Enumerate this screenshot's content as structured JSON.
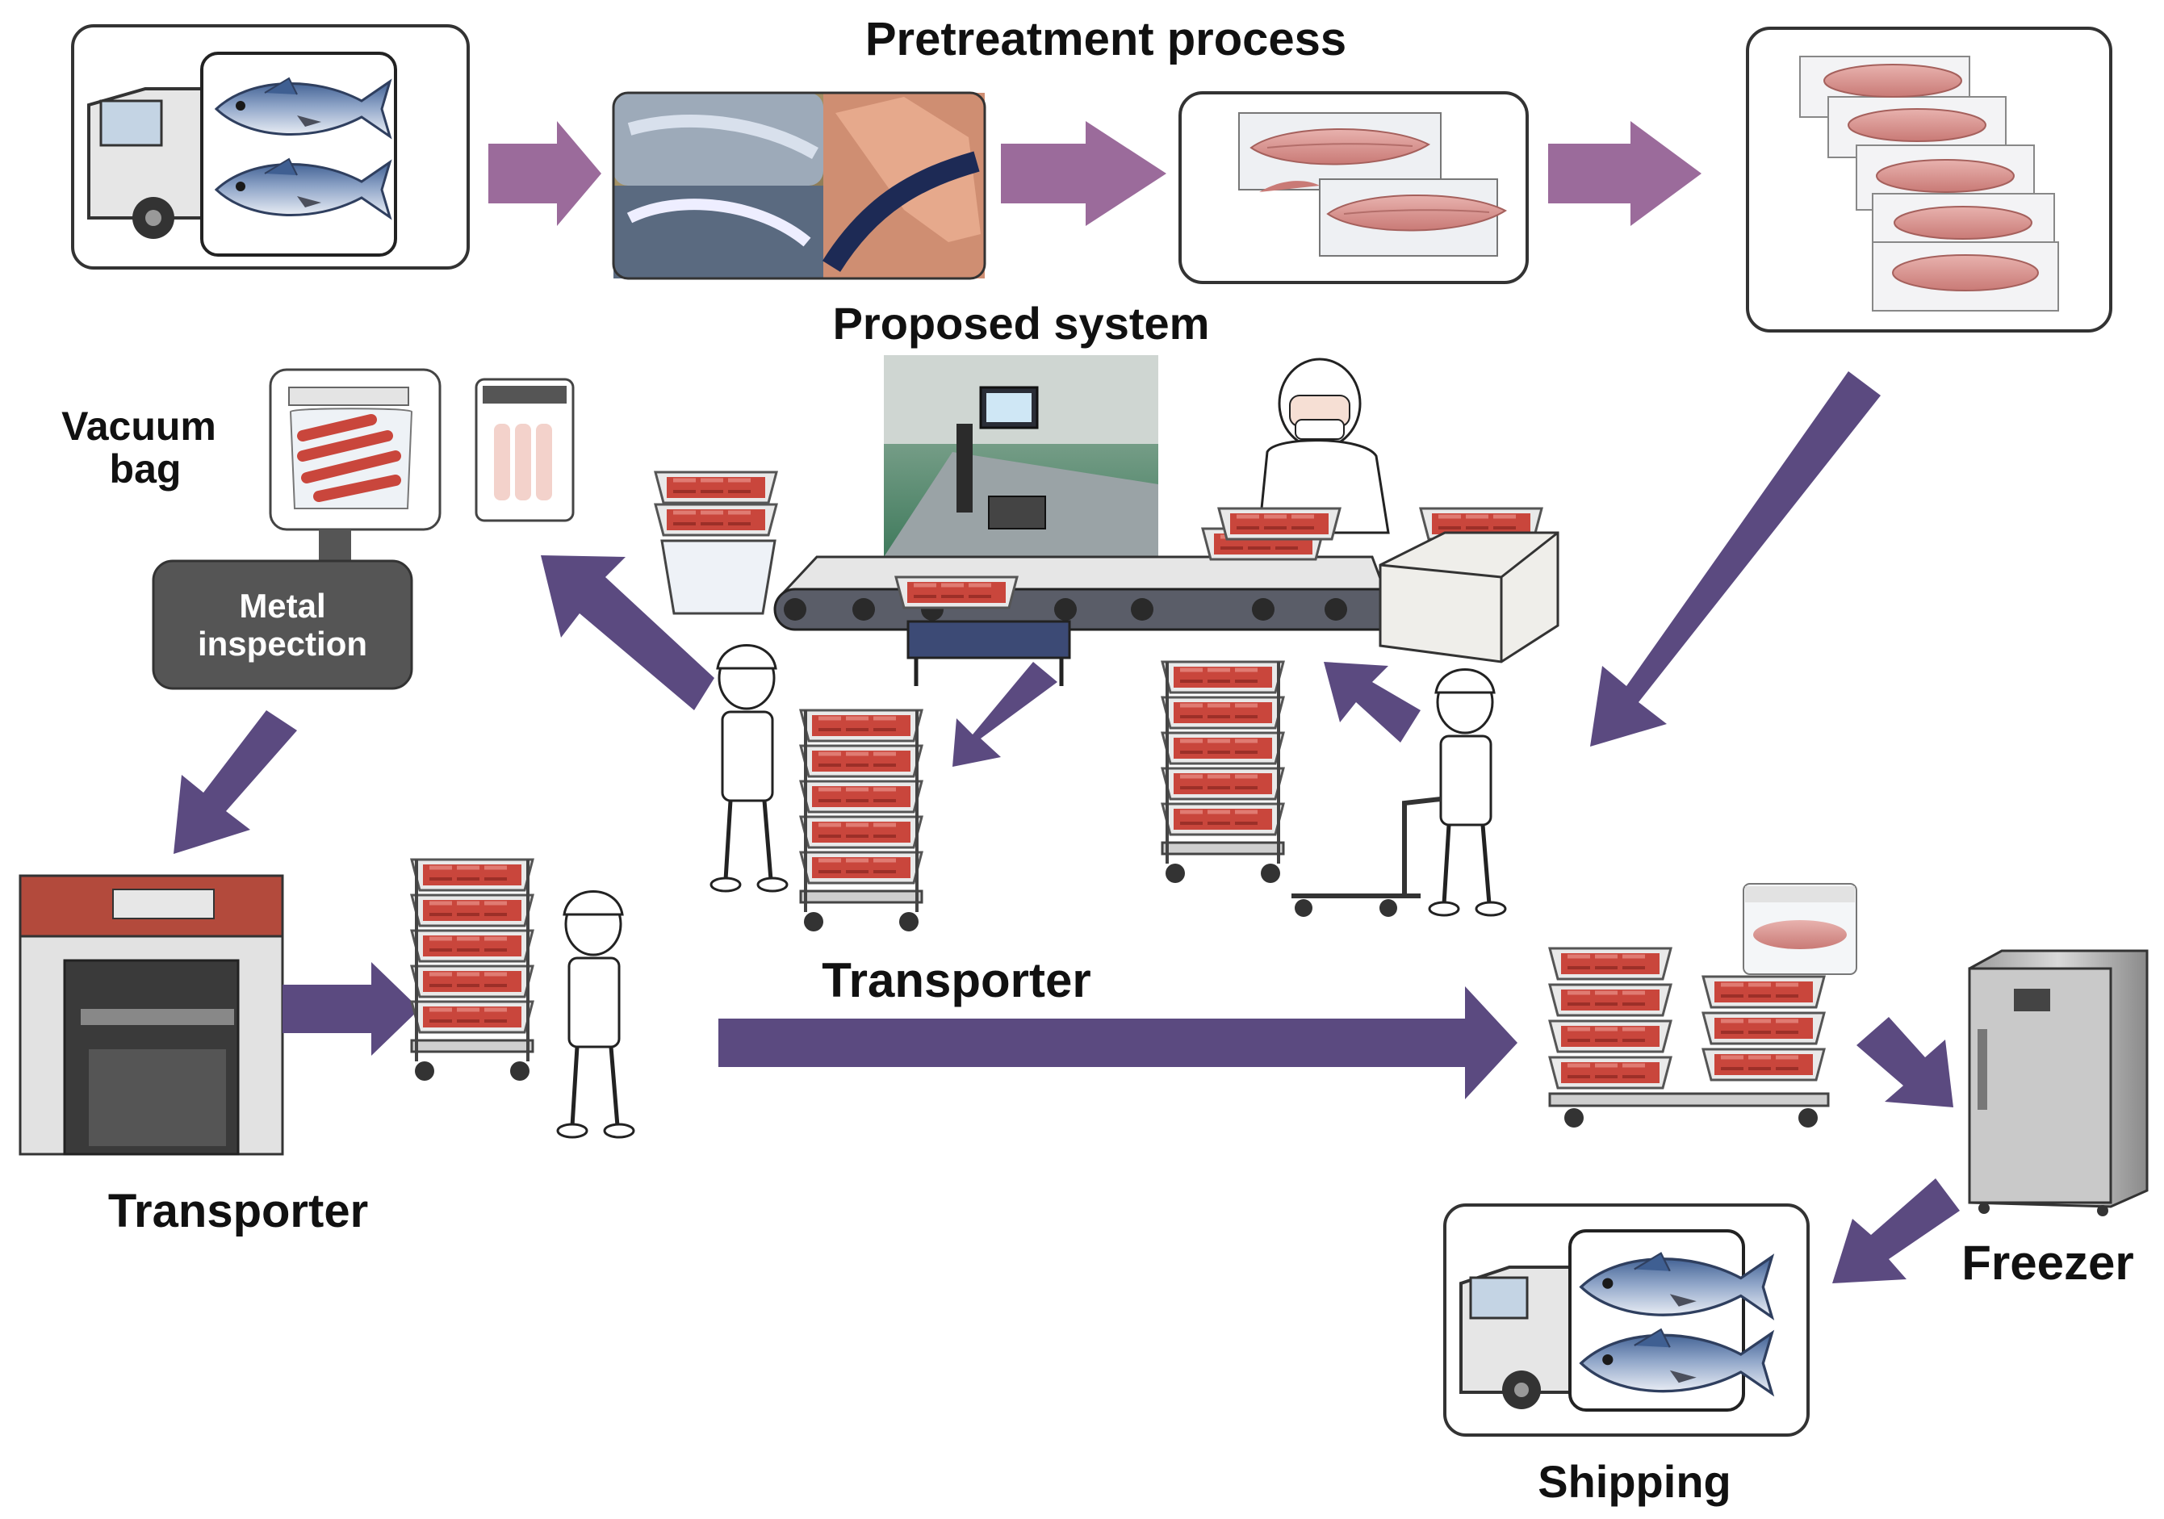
{
  "labels": {
    "pretreatment": "Pretreatment process",
    "proposed": "Proposed system",
    "vacuum_bag_line1": "Vacuum",
    "vacuum_bag_line2": "bag",
    "metal_line1": "Metal",
    "metal_line2": "inspection",
    "transporter_middle": "Transporter",
    "transporter_left": "Transporter",
    "freezer": "Freezer",
    "shipping": "Shipping"
  },
  "colors": {
    "arrow_light": "#9b6b9b",
    "arrow_dark": "#5b4a80",
    "metal_box": "#555555",
    "tuna_red": "#c4493f",
    "fillet_pink": "#dc9a97",
    "fish_blue": "#4a6a9a",
    "conveyor": "#5a5d68",
    "roof_red": "#b34a3c"
  },
  "icons": {
    "truck": "truck-with-fish-icon",
    "fish": "fish-icon",
    "fillet": "fish-fillet-icon",
    "tray_stack": "tray-stack-icon",
    "worker": "worker-icon",
    "freezer": "freezer-icon",
    "conveyor": "conveyor-icon",
    "scanner": "metal-detector-icon",
    "vacuum_bag": "vacuum-bag-icon"
  }
}
